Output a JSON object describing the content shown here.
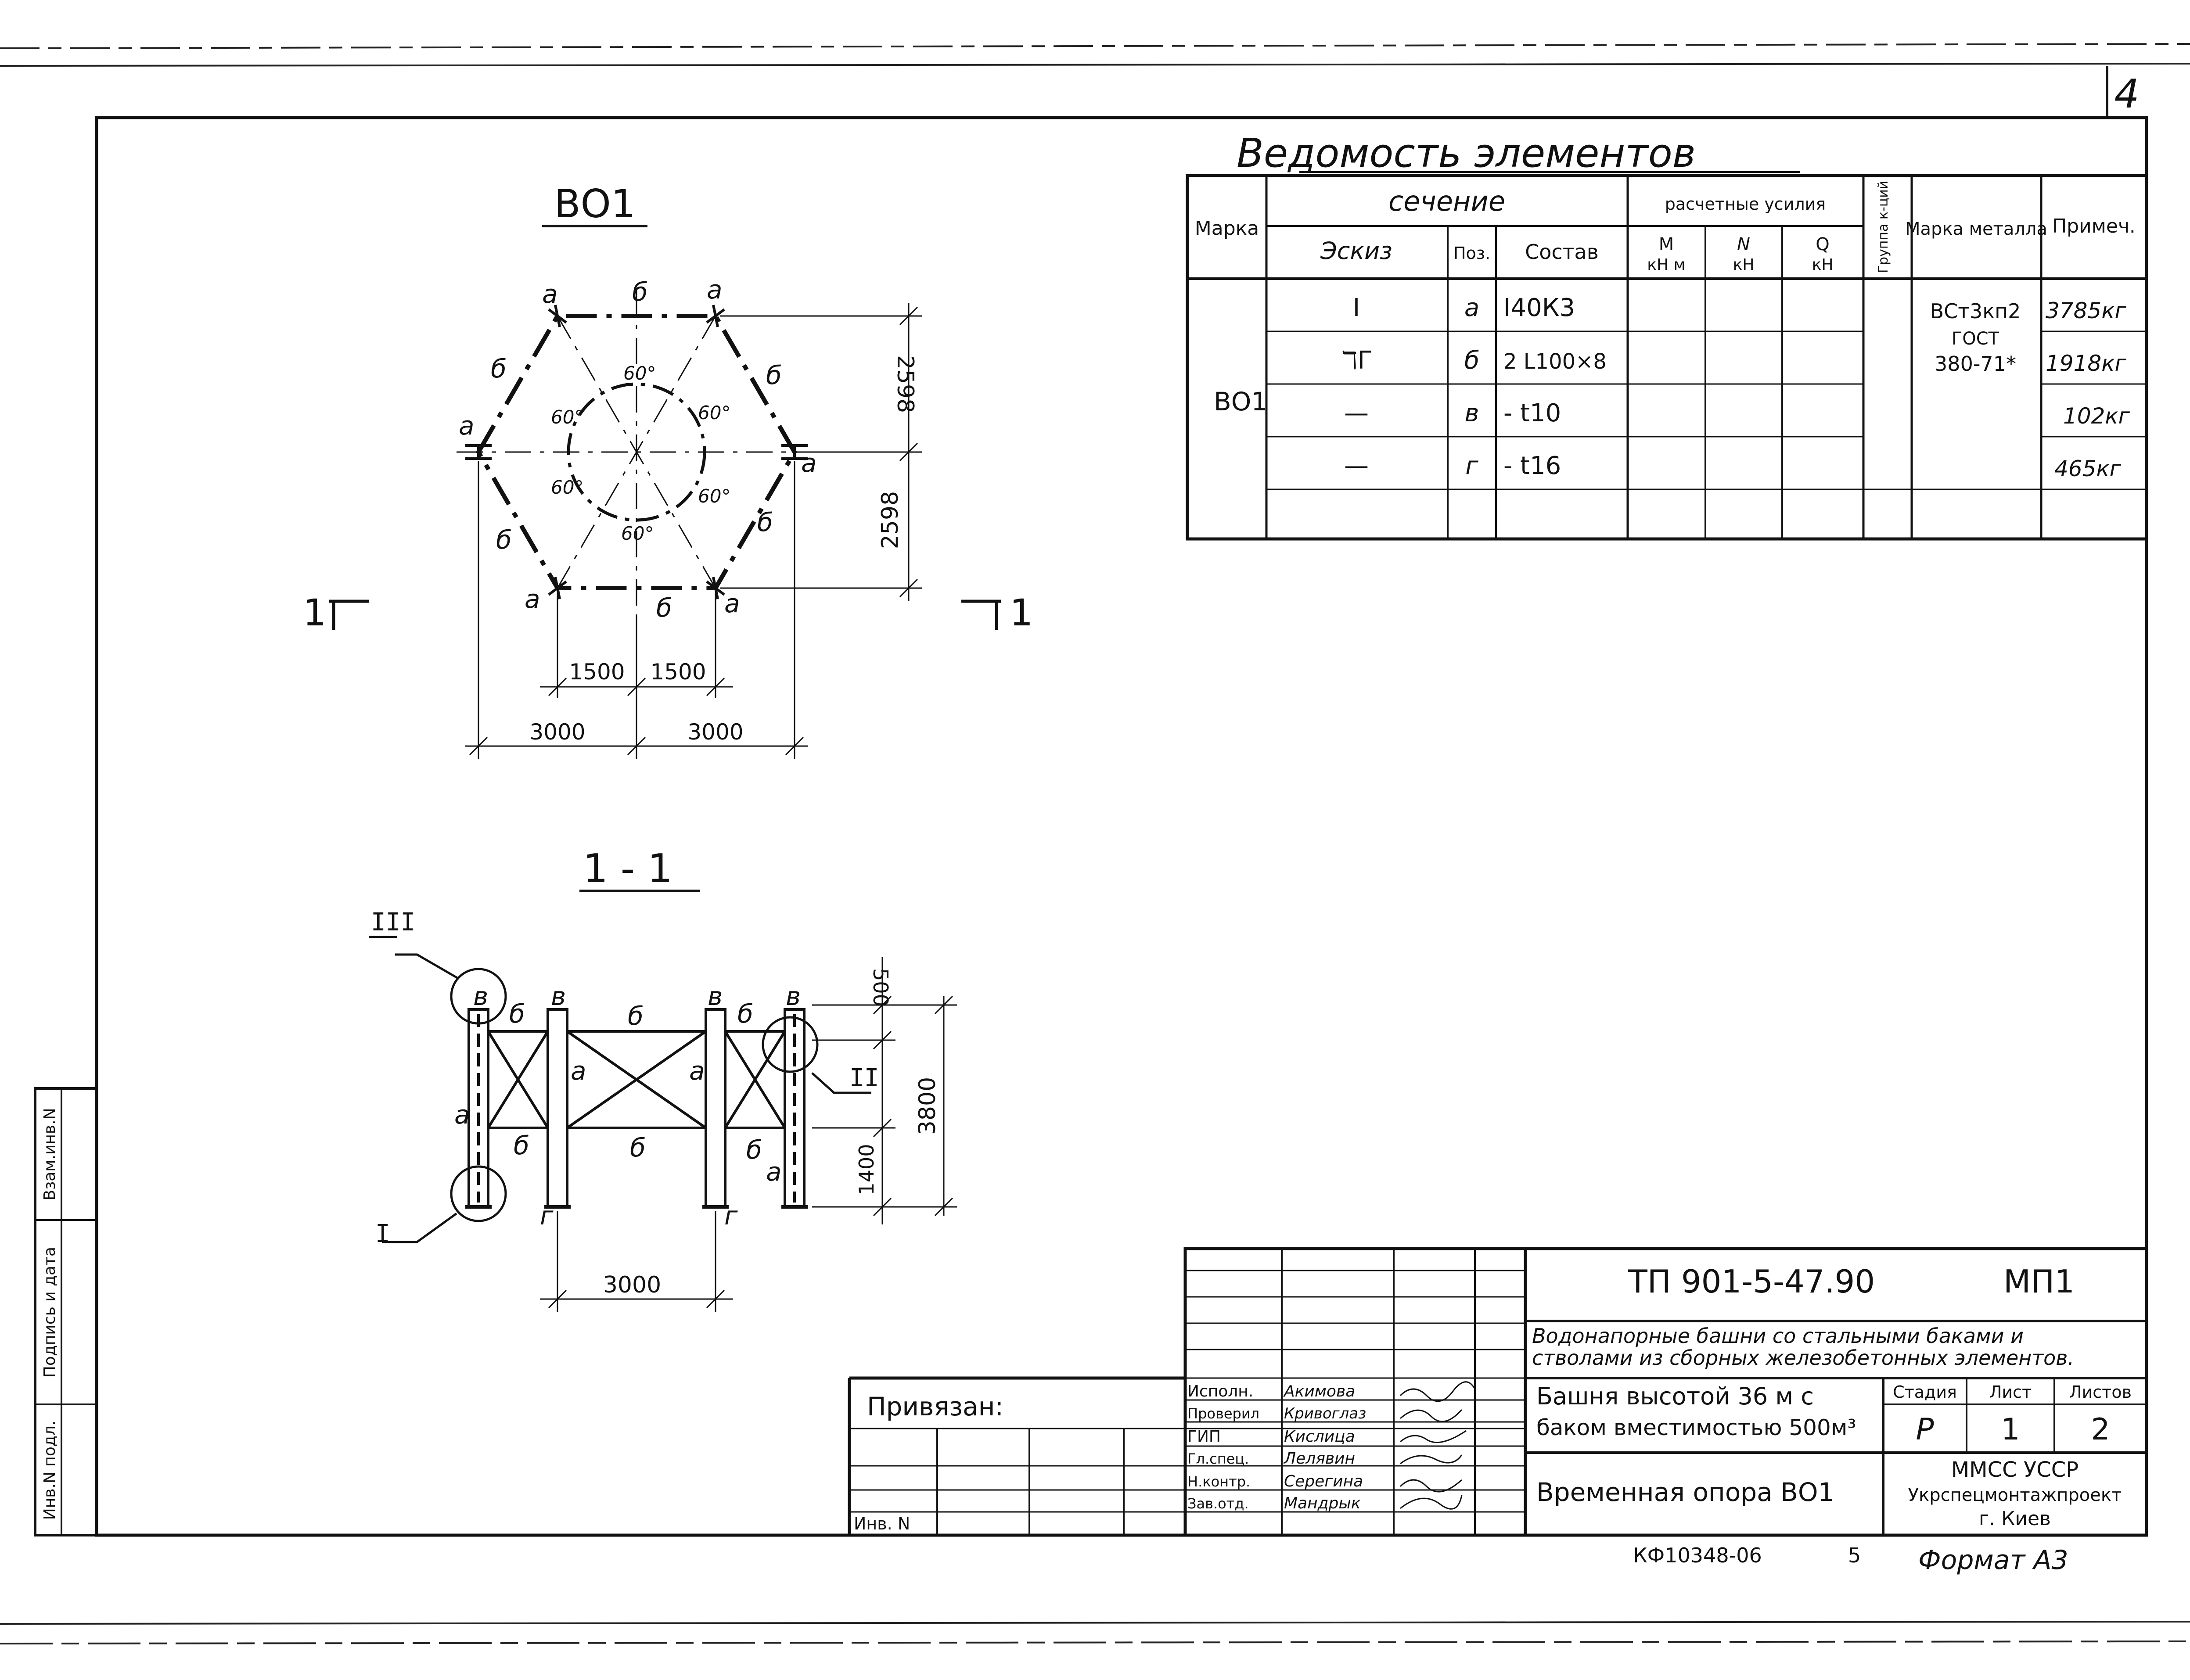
{
  "sheet_number": "4",
  "vo1_plan": {
    "title": "ВО1",
    "section_mark": "1",
    "labels": {
      "a": "а",
      "b": "б"
    },
    "angle_label": "60°",
    "dim_vertical_upper": "2598",
    "dim_vertical_lower": "2598",
    "dim_half_left": "1500",
    "dim_half_right": "1500",
    "dim_full_left": "3000",
    "dim_full_right": "3000"
  },
  "section_1_1": {
    "title": "1 - 1",
    "callouts": [
      "III",
      "II",
      "I"
    ],
    "labels": {
      "a": "а",
      "b": "б",
      "v": "в",
      "g": "г"
    },
    "dim_top": "500",
    "dim_total": "3800",
    "dim_bottom": "1400",
    "dim_span": "3000"
  },
  "schedule": {
    "title": "Ведомость элементов",
    "headers": {
      "marka": "Марка",
      "sechenie": "сечение",
      "eskiz": "Эскиз",
      "poz": "Поз.",
      "sostav": "Состав",
      "forces": "расчетные усилия",
      "m": "М",
      "m_unit": "кН м",
      "n": "N",
      "n_unit": "кН",
      "q": "Q",
      "q_unit": "кН",
      "group": "Группа к-ций",
      "metal": "Марка металла",
      "note": "Примеч."
    },
    "marka_value": "ВО1",
    "rows": [
      {
        "sketch": "I",
        "poz": "а",
        "sostav": "I40К3",
        "note": "3785кг"
      },
      {
        "sketch": "ℸΓ",
        "poz": "б",
        "sostav": "2 L100×8",
        "note": "1918кг"
      },
      {
        "sketch": "—",
        "poz": "в",
        "sostav": "- t10",
        "note": "102кг"
      },
      {
        "sketch": "—",
        "poz": "г",
        "sostav": "- t16",
        "note": "465кг"
      }
    ],
    "metal": [
      "ВСт3кп2",
      "ГОСТ",
      "380-71*"
    ]
  },
  "side_stamp": [
    "Инв.N подл.",
    "Подпись и дата",
    "Взам.инв.N"
  ],
  "title_block": {
    "doc_code": "ТП 901-5-47.90",
    "doc_section": "МП1",
    "project_title_1": "Водонапорные башни со стальными баками и",
    "project_title_2": "стволами из сборных железобетонных элементов.",
    "object_1": "Башня высотой 36 м с",
    "object_2": "баком вместимостью 500м³",
    "sheet_title": "Временная опора ВО1",
    "stage_label": "Стадия",
    "sheet_label": "Лист",
    "sheets_label": "Листов",
    "stage": "Р",
    "sheet": "1",
    "sheets": "2",
    "org_1": "ММСС УССР",
    "org_2": "Укрспецмонтажпроект",
    "org_3": "г. Киев",
    "attached": "Привязан:",
    "inv": "Инв. N",
    "roles": [
      "Исполн.",
      "Проверил",
      "ГИП",
      "Гл.спец.",
      "Н.контр.",
      "Зав.отд."
    ],
    "names": [
      "Акимова",
      "Кривоглаз",
      "Кислица",
      "Лелявин",
      "Серегина",
      "Мандрык"
    ]
  },
  "footer_code": "КФ10348-06",
  "footer_num": "5",
  "format": "Формат А3"
}
